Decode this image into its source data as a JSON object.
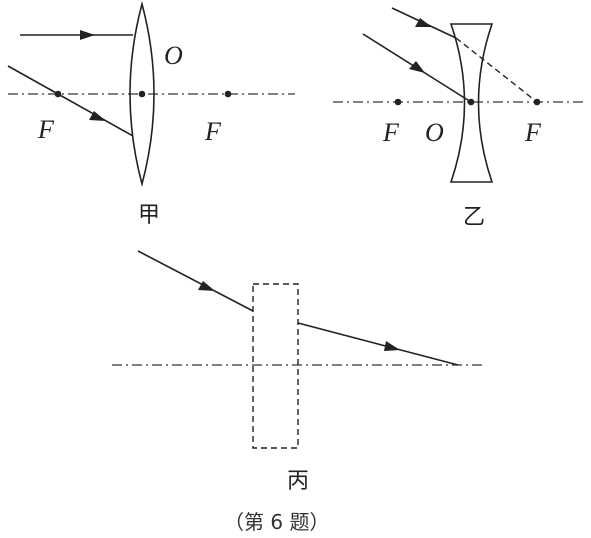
{
  "figures": {
    "jia": {
      "caption": "甲",
      "lens_center_label": "O",
      "left_focus_label": "F",
      "right_focus_label": "F"
    },
    "yi": {
      "caption": "乙",
      "left_focus_label": "F",
      "lens_center_label": "O",
      "right_focus_label": "F"
    },
    "bing": {
      "caption": "丙"
    }
  },
  "problem_caption": "（第 6 题）"
}
